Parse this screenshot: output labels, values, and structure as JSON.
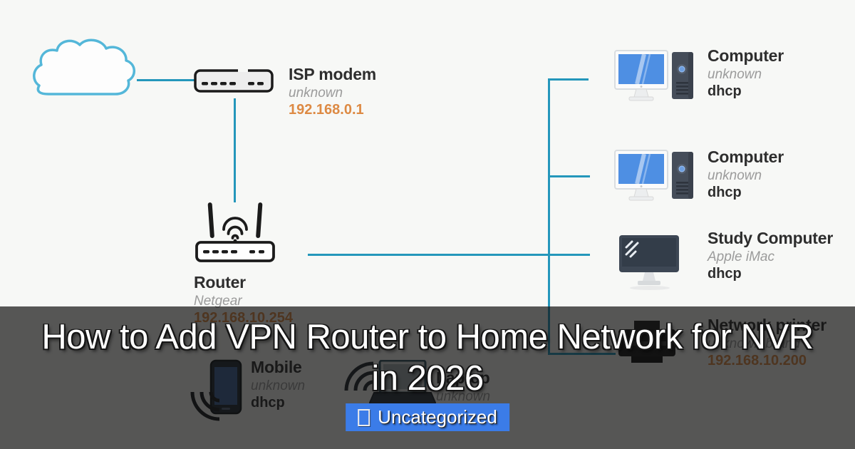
{
  "page": {
    "background_color": "#f7f8f6",
    "line_color": "#2497bb",
    "ip_color": "#dd8a44",
    "overlay_color": "rgba(17,17,17,0.70)",
    "badge_color": "#3b7ce8"
  },
  "diagram": {
    "cloud": {
      "icon": "cloud-icon"
    },
    "devices": [
      {
        "id": "isp-modem",
        "name": "ISP modem",
        "detail": "unknown",
        "value": "192.168.0.1",
        "value_kind": "ip"
      },
      {
        "id": "router",
        "name": "Router",
        "detail": "Netgear",
        "value": "192.168.10.254",
        "value_kind": "ip"
      },
      {
        "id": "computer-1",
        "name": "Computer",
        "detail": "unknown",
        "value": "dhcp",
        "value_kind": "dhcp"
      },
      {
        "id": "computer-2",
        "name": "Computer",
        "detail": "unknown",
        "value": "dhcp",
        "value_kind": "dhcp"
      },
      {
        "id": "study-computer",
        "name": "Study Computer",
        "detail": "Apple iMac",
        "value": "dhcp",
        "value_kind": "dhcp"
      },
      {
        "id": "network-printer",
        "name": "Network printer",
        "detail": "unknown brand",
        "value": "192.168.10.200",
        "value_kind": "ip"
      },
      {
        "id": "mobile",
        "name": "Mobile",
        "detail": "unknown",
        "value": "dhcp",
        "value_kind": "dhcp"
      },
      {
        "id": "laptop",
        "name": "Laptop",
        "detail": "unknown",
        "value": "",
        "value_kind": "dhcp"
      }
    ]
  },
  "overlay": {
    "title_line1": "How to Add VPN Router to Home Network for NVR",
    "title_line2": "in 2026",
    "category_label": "Uncategorized"
  }
}
